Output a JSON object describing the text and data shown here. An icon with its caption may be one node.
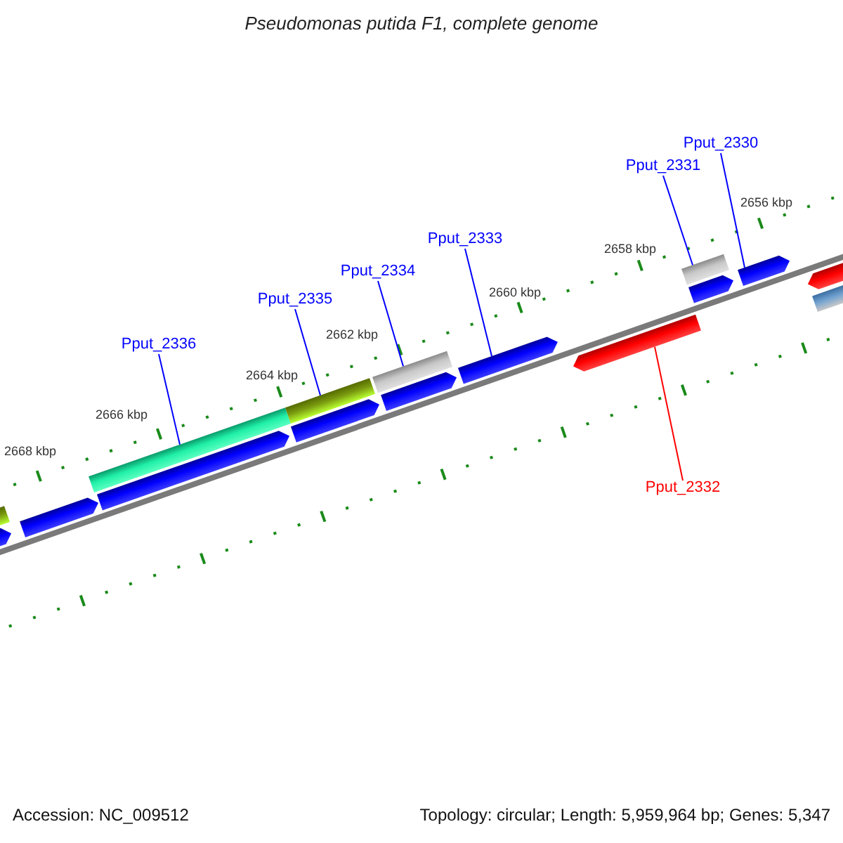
{
  "diagram": {
    "title": "Pseudomonas putida F1, complete genome",
    "nodes": [
      {
        "text": [
          "Pput_2330"
        ]
      },
      {
        "text": [
          "Pput_2331"
        ]
      },
      {
        "text": [
          "Pput_2333"
        ]
      },
      {
        "text": [
          "Pput_2334"
        ]
      },
      {
        "text": [
          "Pput_2335"
        ]
      },
      {
        "text": [
          "Pput_2336"
        ]
      },
      {
        "text": [
          "Pput_2332"
        ]
      },
      {
        "text": [],
        "shape": "bar"
      },
      {
        "text": [],
        "shape": "bar"
      },
      {
        "text": [],
        "shape": "bar"
      },
      {
        "text": [],
        "shape": "bar"
      },
      {
        "text": [],
        "shape": "bar"
      },
      {
        "text": [],
        "shape": "bar"
      },
      {
        "text": [],
        "shape": "bar"
      },
      {
        "text": [],
        "shape": "bar"
      },
      {
        "text": [],
        "shape": "bar"
      },
      {
        "text": [],
        "shape": "bar"
      },
      {
        "text": [],
        "shape": "bar"
      },
      {
        "text": [],
        "shape": "bar"
      },
      {
        "text": [],
        "shape": "bar"
      },
      {
        "text": [],
        "shape": "bar"
      },
      {
        "text": [],
        "shape": "bar"
      },
      {
        "text": [],
        "shape": "bar"
      }
    ],
    "edges": [
      {
        "from": 0,
        "to": 20,
        "arrow": "none"
      },
      {
        "from": 1,
        "to": 18,
        "arrow": "none"
      },
      {
        "from": 2,
        "to": 16,
        "arrow": "none"
      },
      {
        "from": 3,
        "to": 14,
        "arrow": "none"
      },
      {
        "from": 4,
        "to": 12,
        "arrow": "none"
      },
      {
        "from": 5,
        "to": 10,
        "arrow": "none"
      },
      {
        "from": 6,
        "to": 17,
        "arrow": "none",
        "color": "#ff0000"
      }
    ],
    "labels": [
      "2656 kbp",
      "2658 kbp",
      "2660 kbp",
      "2662 kbp",
      "2664 kbp",
      "2666 kbp",
      "2668 kbp",
      "Accession: NC_009512",
      "Topology: circular; Length: 5,959,964 bp; Genes: 5,347"
    ]
  }
}
